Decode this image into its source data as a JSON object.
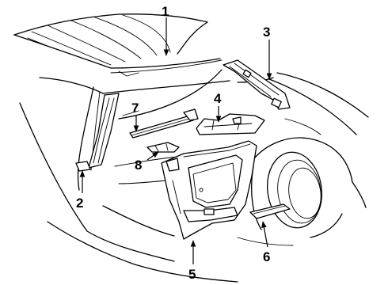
{
  "callouts": [
    {
      "label": "1"
    },
    {
      "label": "2"
    },
    {
      "label": "3"
    },
    {
      "label": "4"
    },
    {
      "label": "5"
    },
    {
      "label": "6"
    },
    {
      "label": "7"
    },
    {
      "label": "8"
    }
  ],
  "colors": {
    "line": "#000000",
    "background": "#ffffff"
  }
}
